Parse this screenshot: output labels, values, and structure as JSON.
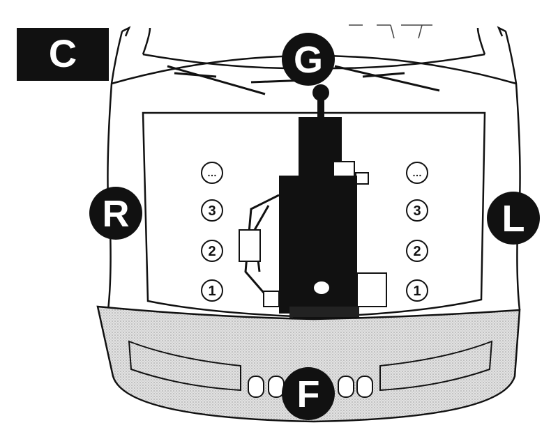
{
  "diagram": {
    "panel_label": "C",
    "labels": {
      "top": "G",
      "right_side": "R",
      "left_side": "L",
      "front": "F"
    },
    "left_column": [
      "…",
      "3",
      "2",
      "1"
    ],
    "right_column": [
      "…",
      "3",
      "2",
      "1"
    ]
  },
  "colors": {
    "ink": "#111111",
    "paper": "#ffffff",
    "bumper_shade": "#d4d4d4"
  }
}
